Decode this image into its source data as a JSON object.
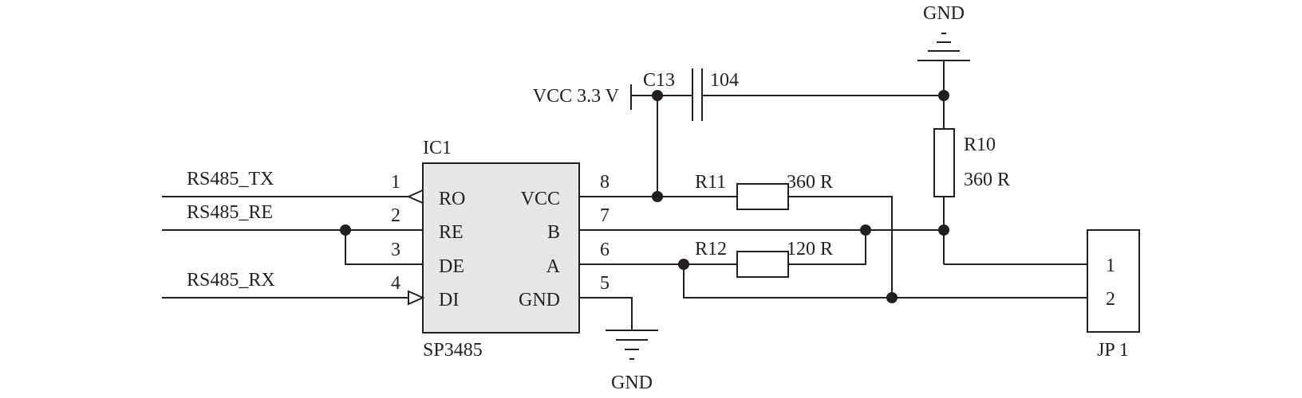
{
  "ic": {
    "ref": "IC1",
    "part": "SP3485",
    "pins_left": [
      {
        "num": "1",
        "name": "RO"
      },
      {
        "num": "2",
        "name": "RE"
      },
      {
        "num": "3",
        "name": "DE"
      },
      {
        "num": "4",
        "name": "DI"
      }
    ],
    "pins_right": [
      {
        "num": "8",
        "name": "VCC"
      },
      {
        "num": "7",
        "name": "B"
      },
      {
        "num": "6",
        "name": "A"
      },
      {
        "num": "5",
        "name": "GND"
      }
    ]
  },
  "nets": {
    "tx": "RS485_TX",
    "re": "RS485_RE",
    "rx": "RS485_RX",
    "vcc": "VCC 3.3 V",
    "gnd_top": "GND",
    "gnd_bottom": "GND"
  },
  "capacitor": {
    "ref": "C13",
    "value": "104"
  },
  "resistors": {
    "r10": {
      "ref": "R10",
      "value": "360 R"
    },
    "r11": {
      "ref": "R11",
      "value": "360 R"
    },
    "r12": {
      "ref": "R12",
      "value": "120 R"
    }
  },
  "connector": {
    "ref": "JP 1",
    "pins": [
      "1",
      "2"
    ]
  },
  "colors": {
    "ink": "#231f20",
    "chip_fill": "#e6e6e6",
    "background": "#ffffff"
  }
}
